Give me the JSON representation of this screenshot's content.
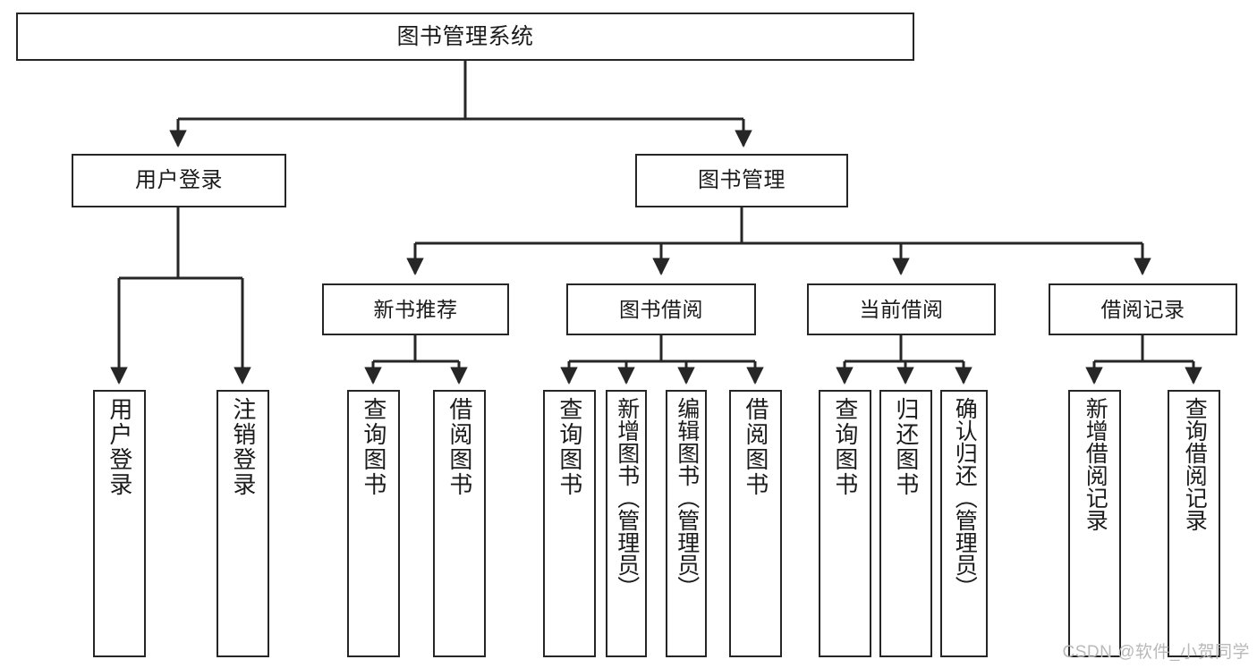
{
  "diagram": {
    "title": "图书管理系统",
    "watermark": "CSDN @软件_小贺同学",
    "line_color": "#262626",
    "box_border_color": "#262626",
    "background": "#ffffff",
    "text_color": "#1b1b1b"
  },
  "root": {
    "label": "图书管理系统"
  },
  "level2": [
    {
      "label": "用户登录"
    },
    {
      "label": "图书管理"
    }
  ],
  "level3": [
    {
      "label": "新书推荐"
    },
    {
      "label": "图书借阅"
    },
    {
      "label": "当前借阅"
    },
    {
      "label": "借阅记录"
    }
  ],
  "leaves": [
    {
      "label": "用户登录",
      "parent": "用户登录"
    },
    {
      "label": "注销登录",
      "parent": "用户登录"
    },
    {
      "label": "查询图书",
      "parent": "新书推荐"
    },
    {
      "label": "借阅图书",
      "parent": "新书推荐"
    },
    {
      "label": "查询图书",
      "parent": "图书借阅"
    },
    {
      "label": "新增图书（管理员）",
      "parent": "图书借阅"
    },
    {
      "label": "编辑图书（管理员）",
      "parent": "图书借阅"
    },
    {
      "label": "借阅图书",
      "parent": "图书借阅"
    },
    {
      "label": "查询图书",
      "parent": "当前借阅"
    },
    {
      "label": "归还图书",
      "parent": "当前借阅"
    },
    {
      "label": "确认归还（管理员）",
      "parent": "当前借阅"
    },
    {
      "label": "新增借阅记录",
      "parent": "借阅记录"
    },
    {
      "label": "查询借阅记录",
      "parent": "借阅记录"
    }
  ]
}
